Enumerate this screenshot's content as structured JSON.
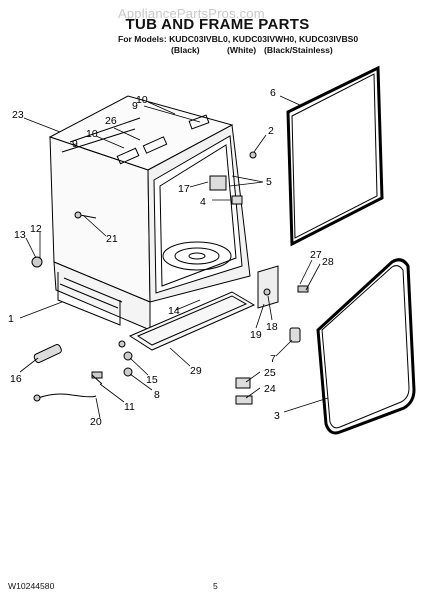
{
  "watermark": "AppliancePartsPros.com",
  "header": {
    "title": "TUB AND FRAME PARTS",
    "models": "For Models: KUDC03IVBL0, KUDC03IVWH0, KUDC03IVBS0",
    "colors": [
      "(Black)",
      "(White)",
      "(Black/Stainless)"
    ]
  },
  "callouts": [
    "23",
    "10",
    "9",
    "26",
    "10",
    "9",
    "2",
    "6",
    "17",
    "5",
    "4",
    "21",
    "13",
    "12",
    "27",
    "28",
    "18",
    "19",
    "1",
    "14",
    "7",
    "25",
    "24",
    "16",
    "8",
    "15",
    "29",
    "11",
    "20",
    "3"
  ],
  "footer": {
    "doc_number": "W10244580",
    "page_number": "5"
  }
}
